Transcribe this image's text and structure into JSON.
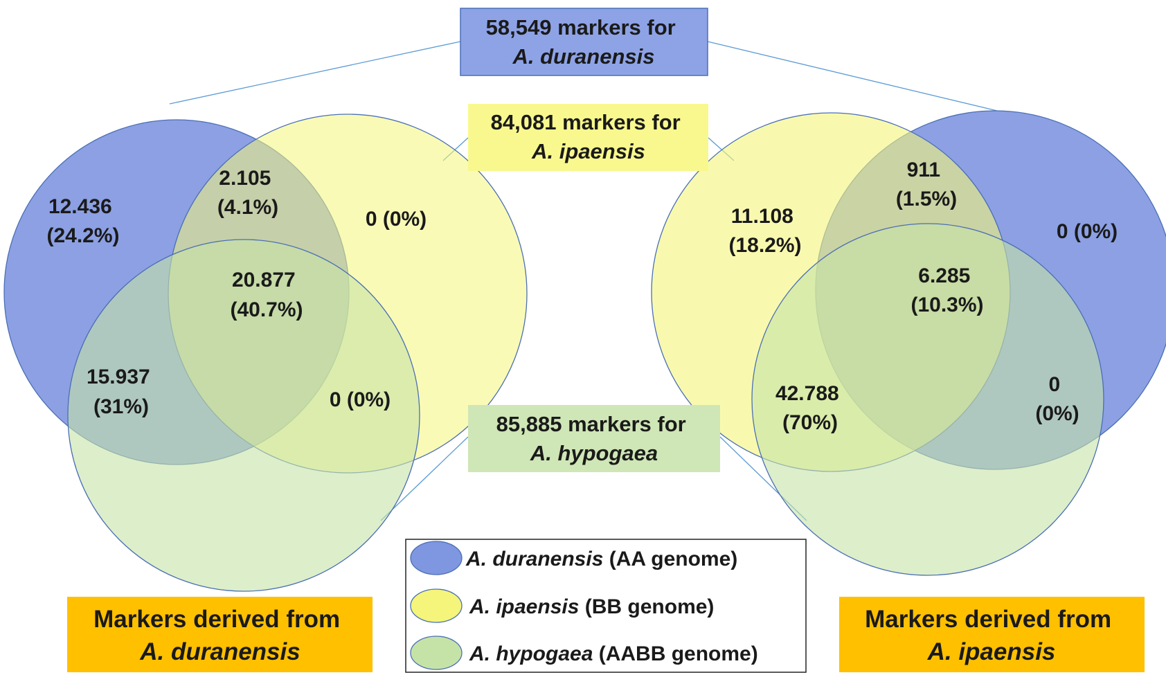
{
  "colors": {
    "duranensis": "#7f96e0",
    "ipaensis": "#f4f57a",
    "hypogaea": "#c6e3a7",
    "label_bg_blue": "#8ea3e6",
    "label_bg_yellow": "#f8f88e",
    "label_bg_green": "#cfe6b6",
    "title_bg": "#ffc000",
    "connector": "#5b9bd5"
  },
  "labels": {
    "duranensis": {
      "line1": "58,549 markers for",
      "line2": "A. duranensis"
    },
    "ipaensis": {
      "line1": "84,081 markers for",
      "line2": "A. ipaensis"
    },
    "hypogaea": {
      "line1": "85,885 markers for",
      "line2": "A. hypogaea"
    }
  },
  "left_venn": {
    "title_line1": "Markers derived from",
    "title_line2": "A. duranensis",
    "regions": {
      "dur_only": {
        "count": "12.436",
        "pct": "(24.2%)"
      },
      "dur_ipa": {
        "count": "2.105",
        "pct": "(4.1%)"
      },
      "ipa_only": {
        "text": "0 (0%)"
      },
      "all_three": {
        "count": "20.877",
        "pct": "(40.7%)"
      },
      "dur_hyp": {
        "count": "15.937",
        "pct": "(31%)"
      },
      "ipa_hyp": {
        "text": "0 (0%)"
      }
    }
  },
  "right_venn": {
    "title_line1": "Markers derived from",
    "title_line2": "A. ipaensis",
    "regions": {
      "ipa_only": {
        "count": "11.108",
        "pct": "(18.2%)"
      },
      "ipa_dur": {
        "count": "911",
        "pct": "(1.5%)"
      },
      "dur_only": {
        "text": "0 (0%)"
      },
      "all_three": {
        "count": "6.285",
        "pct": "(10.3%)"
      },
      "ipa_hyp": {
        "count": "42.788",
        "pct": "(70%)"
      },
      "dur_hyp": {
        "count": "0",
        "pct": "(0%)"
      }
    }
  },
  "legend": {
    "items": [
      {
        "species": "A. duranensis",
        "genome": "(AA genome)"
      },
      {
        "species": "A. ipaensis",
        "genome": "(BB genome)"
      },
      {
        "species": "A. hypogaea",
        "genome": "(AABB genome)"
      }
    ]
  }
}
